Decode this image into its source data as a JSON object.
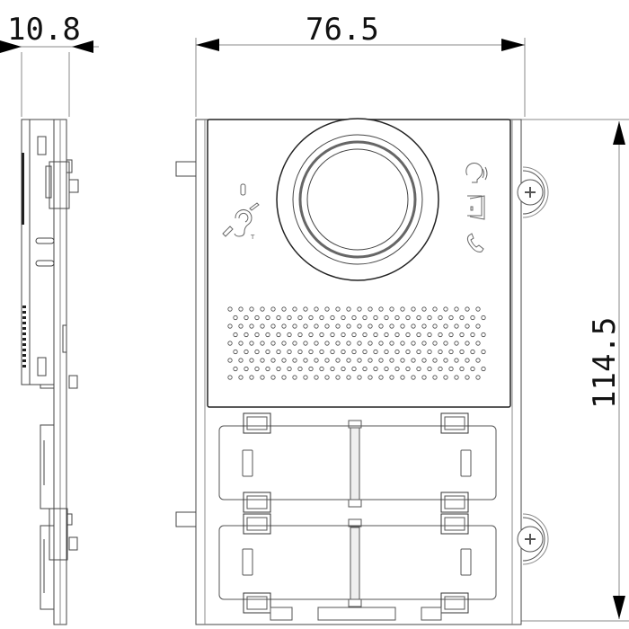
{
  "drawing": {
    "type": "technical dimension drawing",
    "subject": "door entry panel speaker module with camera and two call buttons",
    "units": "mm"
  },
  "dimensions": {
    "depth": "10.8",
    "width": "76.5",
    "height": "114.5"
  },
  "icons": {
    "front_left": [
      "led-indicator",
      "hearing-loop-icon"
    ],
    "front_right": [
      "speaking-head-icon",
      "door-open-icon",
      "phone-handset-icon"
    ],
    "hearing_loop_label": "T"
  },
  "buttons": {
    "count": 2,
    "layout": "two stacked rocker/label buttons each split by center divider"
  },
  "colors": {
    "line": "#444444",
    "line_light": "#888888",
    "panel_fill": "#ffffff",
    "text": "#111111"
  }
}
